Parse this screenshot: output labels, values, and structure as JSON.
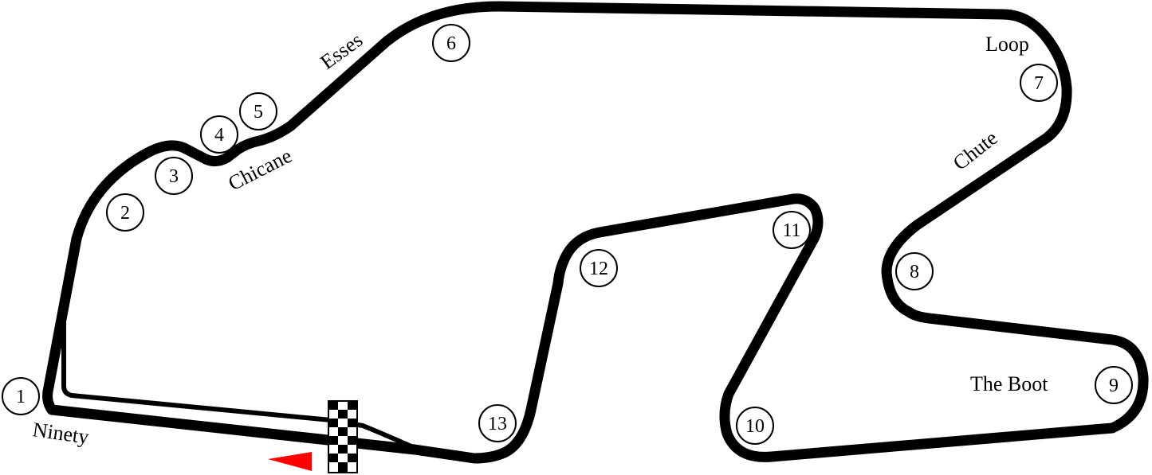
{
  "map": {
    "track_color": "#000000",
    "background_color": "#ffffff",
    "start_arrow_color": "#ff0000",
    "finish_flag": "checkered-flag",
    "turns": [
      {
        "number": "1"
      },
      {
        "number": "2"
      },
      {
        "number": "3"
      },
      {
        "number": "4"
      },
      {
        "number": "5"
      },
      {
        "number": "6"
      },
      {
        "number": "7"
      },
      {
        "number": "8"
      },
      {
        "number": "9"
      },
      {
        "number": "10"
      },
      {
        "number": "11"
      },
      {
        "number": "12"
      },
      {
        "number": "13"
      }
    ],
    "corner_names": {
      "ninety": "Ninety",
      "chicane": "Chicane",
      "esses": "Esses",
      "loop": "Loop",
      "chute": "Chute",
      "the_boot": "The Boot"
    }
  }
}
